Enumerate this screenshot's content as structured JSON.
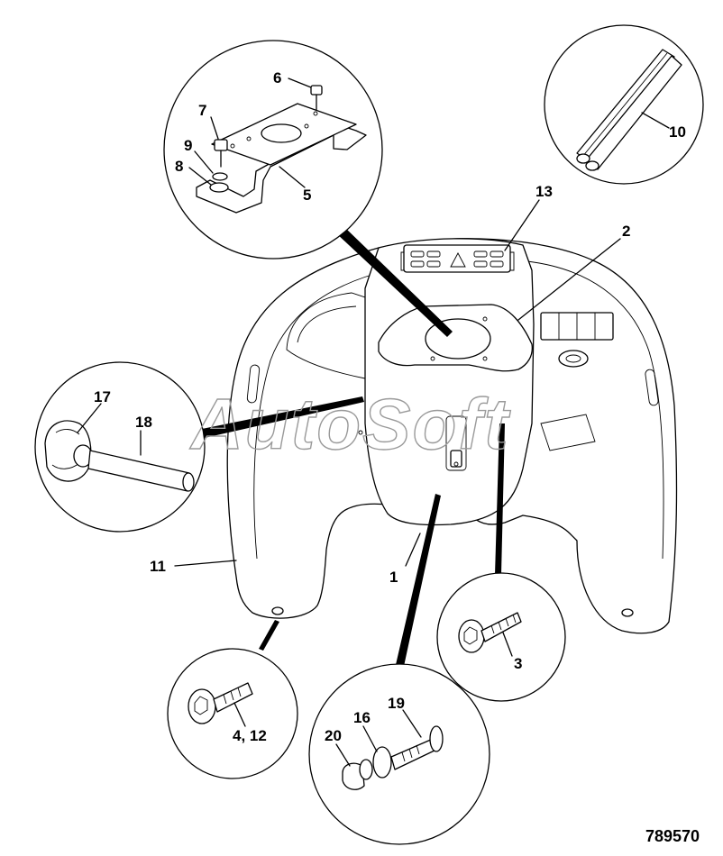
{
  "drawing_number": "789570",
  "watermark": "AutoSoft",
  "callouts": {
    "c1": "1",
    "c2": "2",
    "c3": "3",
    "c4_12": "4, 12",
    "c5": "5",
    "c6": "6",
    "c7": "7",
    "c8": "8",
    "c9": "9",
    "c10": "10",
    "c11": "11",
    "c13": "13",
    "c16": "16",
    "c17": "17",
    "c18": "18",
    "c19": "19",
    "c20": "20"
  }
}
